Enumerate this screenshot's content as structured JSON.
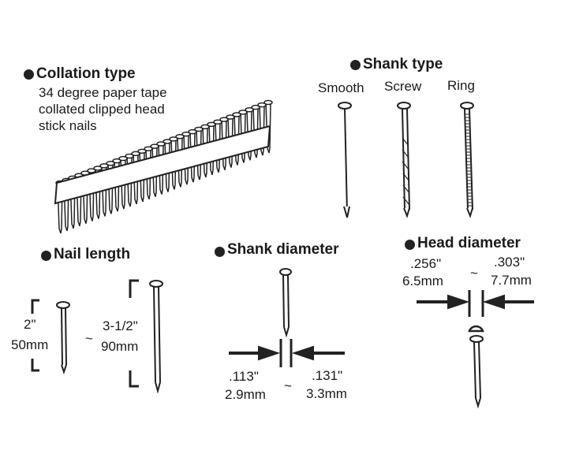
{
  "collation": {
    "title": "Collation type",
    "lines": [
      "34 degree paper tape",
      "collated clipped head",
      "stick nails"
    ]
  },
  "shank_type": {
    "title": "Shank type",
    "labels": [
      "Smooth",
      "Screw",
      "Ring"
    ]
  },
  "nail_length": {
    "title": "Nail length",
    "short_in": "2\"",
    "short_mm": "50mm",
    "tilde": "~",
    "long_in": "3-1/2\"",
    "long_mm": "90mm"
  },
  "shank_diameter": {
    "title": "Shank diameter",
    "min_in": ".113\"",
    "min_mm": "2.9mm",
    "tilde": "~",
    "max_in": ".131\"",
    "max_mm": "3.3mm"
  },
  "head_diameter": {
    "title": "Head diameter",
    "min_in": ".256\"",
    "min_mm": "6.5mm",
    "tilde": "~",
    "max_in": ".303\"",
    "max_mm": "7.7mm"
  },
  "colors": {
    "ink": "#1a1a1a",
    "background": "#ffffff"
  }
}
